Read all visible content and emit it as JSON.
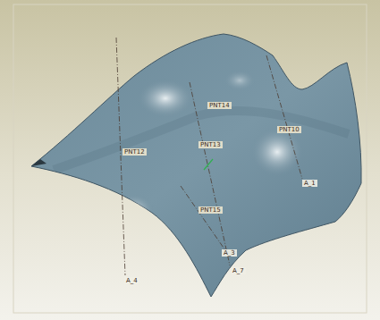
{
  "diagram": {
    "labels": [
      "PNT14",
      "PNT12",
      "PNT13",
      "PNT10",
      "PNT15",
      "A_4",
      "A_3",
      "A_7",
      "A_1"
    ]
  }
}
